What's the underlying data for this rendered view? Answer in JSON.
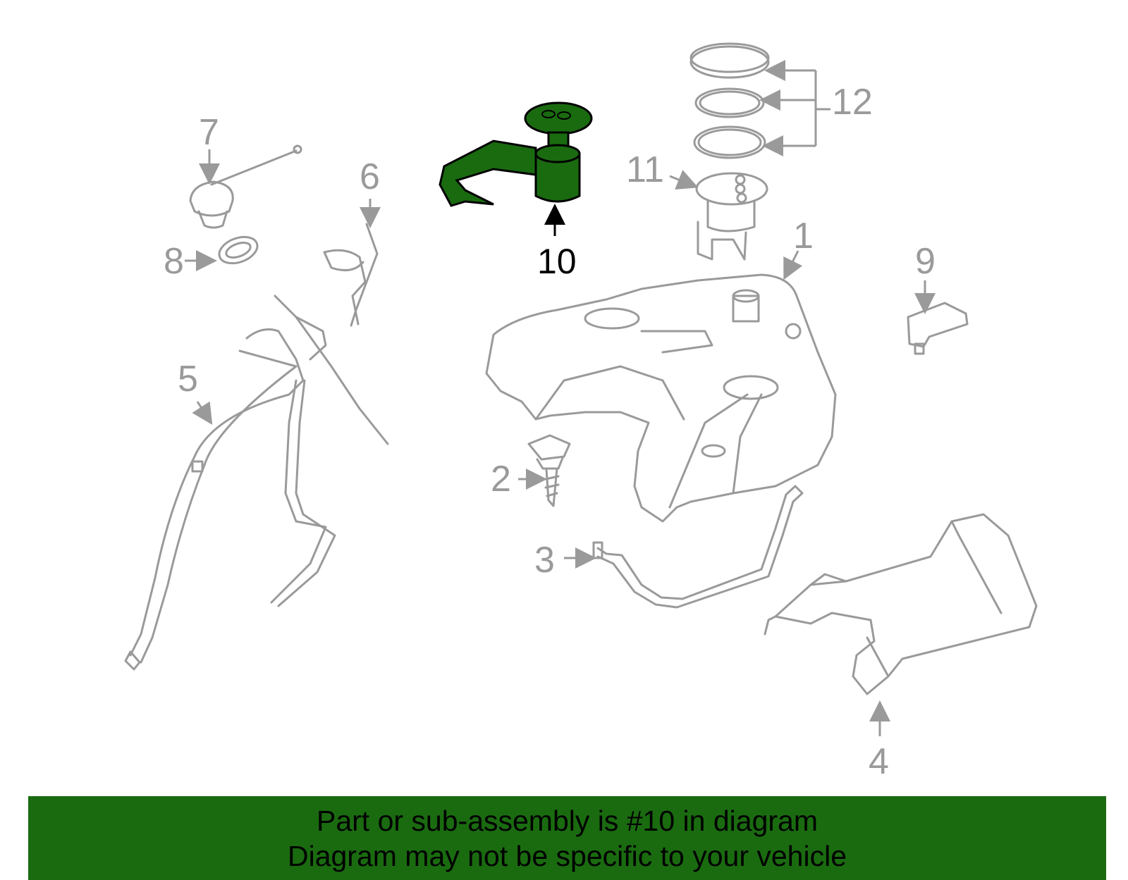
{
  "callouts": {
    "c1": "1",
    "c2": "2",
    "c3": "3",
    "c4": "4",
    "c5": "5",
    "c6": "6",
    "c7": "7",
    "c8": "8",
    "c9": "9",
    "c10": "10",
    "c11": "11",
    "c12": "12"
  },
  "highlight": {
    "part": "10",
    "color": "#1a6b10"
  },
  "banner": {
    "line1": "Part or sub-assembly is #10 in diagram",
    "line2": "Diagram may not be specific to your vehicle"
  }
}
